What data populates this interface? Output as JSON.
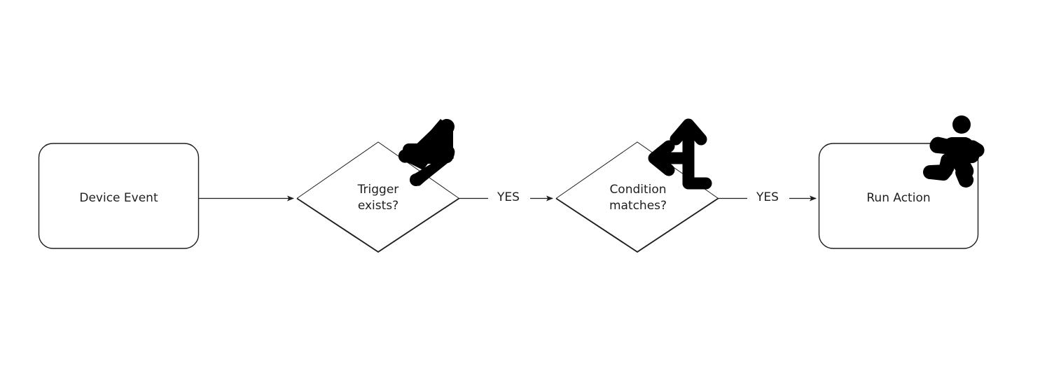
{
  "diagram": {
    "type": "flowchart",
    "title": "",
    "background_color": "#ffffff",
    "stroke_color": "#1f1f1f",
    "text_color": "#1f1f1f",
    "icon_color": "#000000",
    "nodes": [
      {
        "id": "device-event",
        "shape": "rounded-rectangle",
        "label": "Device Event",
        "icon": null
      },
      {
        "id": "trigger-exists",
        "shape": "diamond",
        "label": "Trigger\nexists?",
        "icon": "lightning-bolt-icon"
      },
      {
        "id": "condition-matches",
        "shape": "diamond",
        "label": "Condition\nmatches?",
        "icon": "branch-fork-arrow-icon"
      },
      {
        "id": "run-action",
        "shape": "rounded-rectangle",
        "label": "Run Action",
        "icon": "running-person-icon"
      }
    ],
    "edges": [
      {
        "id": "edge-1",
        "from": "device-event",
        "to": "trigger-exists",
        "label": ""
      },
      {
        "id": "edge-2",
        "from": "trigger-exists",
        "to": "condition-matches",
        "label": "YES"
      },
      {
        "id": "edge-3",
        "from": "condition-matches",
        "to": "run-action",
        "label": "YES"
      }
    ]
  }
}
